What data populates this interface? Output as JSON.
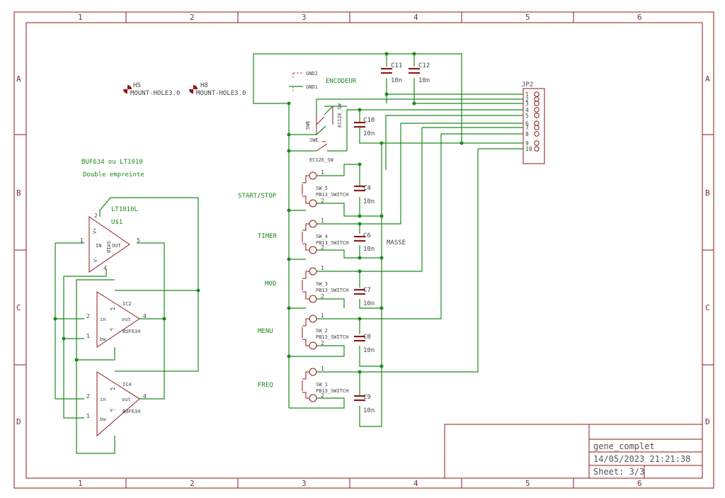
{
  "frame": {
    "columns": [
      "1",
      "2",
      "3",
      "4",
      "5",
      "6"
    ],
    "rows": [
      "A",
      "B",
      "C",
      "D"
    ]
  },
  "title_block": {
    "name": "gene_complet",
    "datetime": "14/05/2023 21:21:38",
    "sheet": "Sheet: 3/3"
  },
  "notes": {
    "buf_choice": "BUF634 ou LT1010",
    "footprint": "Double empreinte",
    "encoder": "ENCODEUR",
    "masse": "MASSE"
  },
  "mount_holes": [
    {
      "ref": "H5",
      "value": "MOUNT-HOLE3.0"
    },
    {
      "ref": "H8",
      "value": "MOUNT-HOLE3.0"
    }
  ],
  "ground_labels": [
    "GND2",
    "GND1"
  ],
  "connector": {
    "ref": "JP2",
    "pins": [
      "1",
      "2",
      "3",
      "4",
      "5",
      "6",
      "7",
      "8",
      "9",
      "10"
    ]
  },
  "caps_top": [
    {
      "ref": "C11",
      "value": "10n"
    },
    {
      "ref": "C12",
      "value": "10n"
    },
    {
      "ref": "C10",
      "value": "10n"
    }
  ],
  "encoder_switch": {
    "ref": "EC12E_SW",
    "sw_label": "SWE",
    "sw_label2": "SWE",
    "rot_label": "EC12E_SW"
  },
  "switches": [
    {
      "net": "START/STOP",
      "ref": "SW_5",
      "type": "PB13_SWITCH",
      "cap_ref": "C4",
      "cap_value": "10n"
    },
    {
      "net": "TIMER",
      "ref": "SW_4",
      "type": "PB13_SWITCH",
      "cap_ref": "C6",
      "cap_value": "10n"
    },
    {
      "net": "MOD",
      "ref": "SW_3",
      "type": "PB13_SWITCH",
      "cap_ref": "C7",
      "cap_value": "10n"
    },
    {
      "net": "MENU",
      "ref": "SW_2",
      "type": "PB13_SWITCH",
      "cap_ref": "C8",
      "cap_value": "10n"
    },
    {
      "net": "FREQ",
      "ref": "SW_1",
      "type": "PB13_SWITCH",
      "cap_ref": "C9",
      "cap_value": "10n"
    }
  ],
  "pin_numbers": {
    "one": "1",
    "two": "2",
    "four": "4",
    "five": "5"
  },
  "lt1010": {
    "value": "LT1010L",
    "ref": "U$1",
    "pin_in": "IN",
    "pin_out": "OUT",
    "pin_bias": "BIAS",
    "pin_vplus": "V+",
    "pin_vminus": "V-"
  },
  "buffers": [
    {
      "ref": "IC2",
      "value": "BUF634",
      "pin_in": "in",
      "pin_out": "out",
      "pin_bw": "bw",
      "pin_vp": "v+",
      "pin_vm": "v-"
    },
    {
      "ref": "IC4",
      "value": "BUF634",
      "pin_in": "in",
      "pin_out": "out",
      "pin_bw": "bw",
      "pin_vp": "v+",
      "pin_vm": "v-"
    }
  ]
}
